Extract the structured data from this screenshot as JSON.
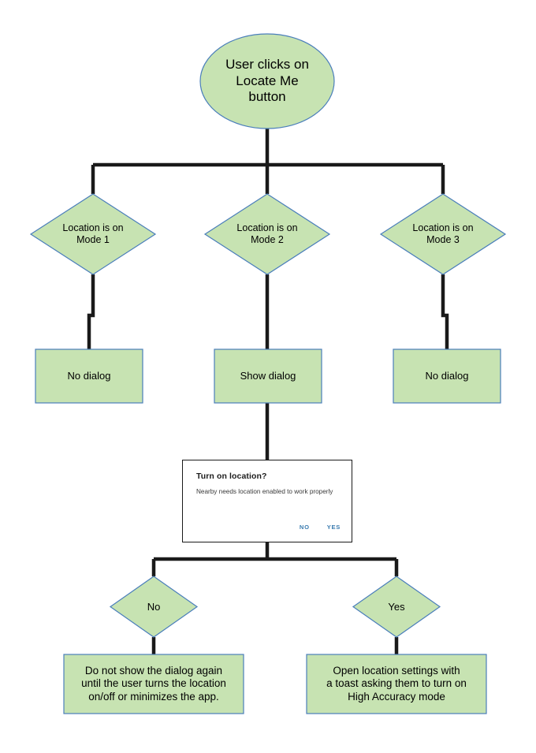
{
  "diagram": {
    "title": "Locate Me button location-mode decision flow",
    "colors": {
      "node_fill": "#c7e3b2",
      "node_stroke": "#4a7ebb",
      "connector": "#1a1a1a",
      "dialog_border": "#1a1a1a",
      "dialog_action": "#3b7cb0",
      "background": "#ffffff"
    },
    "start": {
      "label": "User clicks on\nLocate Me\nbutton"
    },
    "decisions": [
      {
        "label": "Location is on\nMode 1"
      },
      {
        "label": "Location is on\nMode 2"
      },
      {
        "label": "Location is on\nMode 3"
      }
    ],
    "outcomes": [
      {
        "label": "No dialog"
      },
      {
        "label": "Show dialog"
      },
      {
        "label": "No dialog"
      }
    ],
    "dialog": {
      "title": "Turn on location?",
      "body": "Nearby needs location enabled to work properly",
      "negative_button": "NO",
      "positive_button": "YES"
    },
    "answers": [
      {
        "label": "No"
      },
      {
        "label": "Yes"
      }
    ],
    "results": [
      {
        "label": "Do not show the dialog again\nuntil the user turns the location\non/off or minimizes the app."
      },
      {
        "label": "Open location settings with\na toast asking them to turn on\nHigh Accuracy mode"
      }
    ]
  }
}
